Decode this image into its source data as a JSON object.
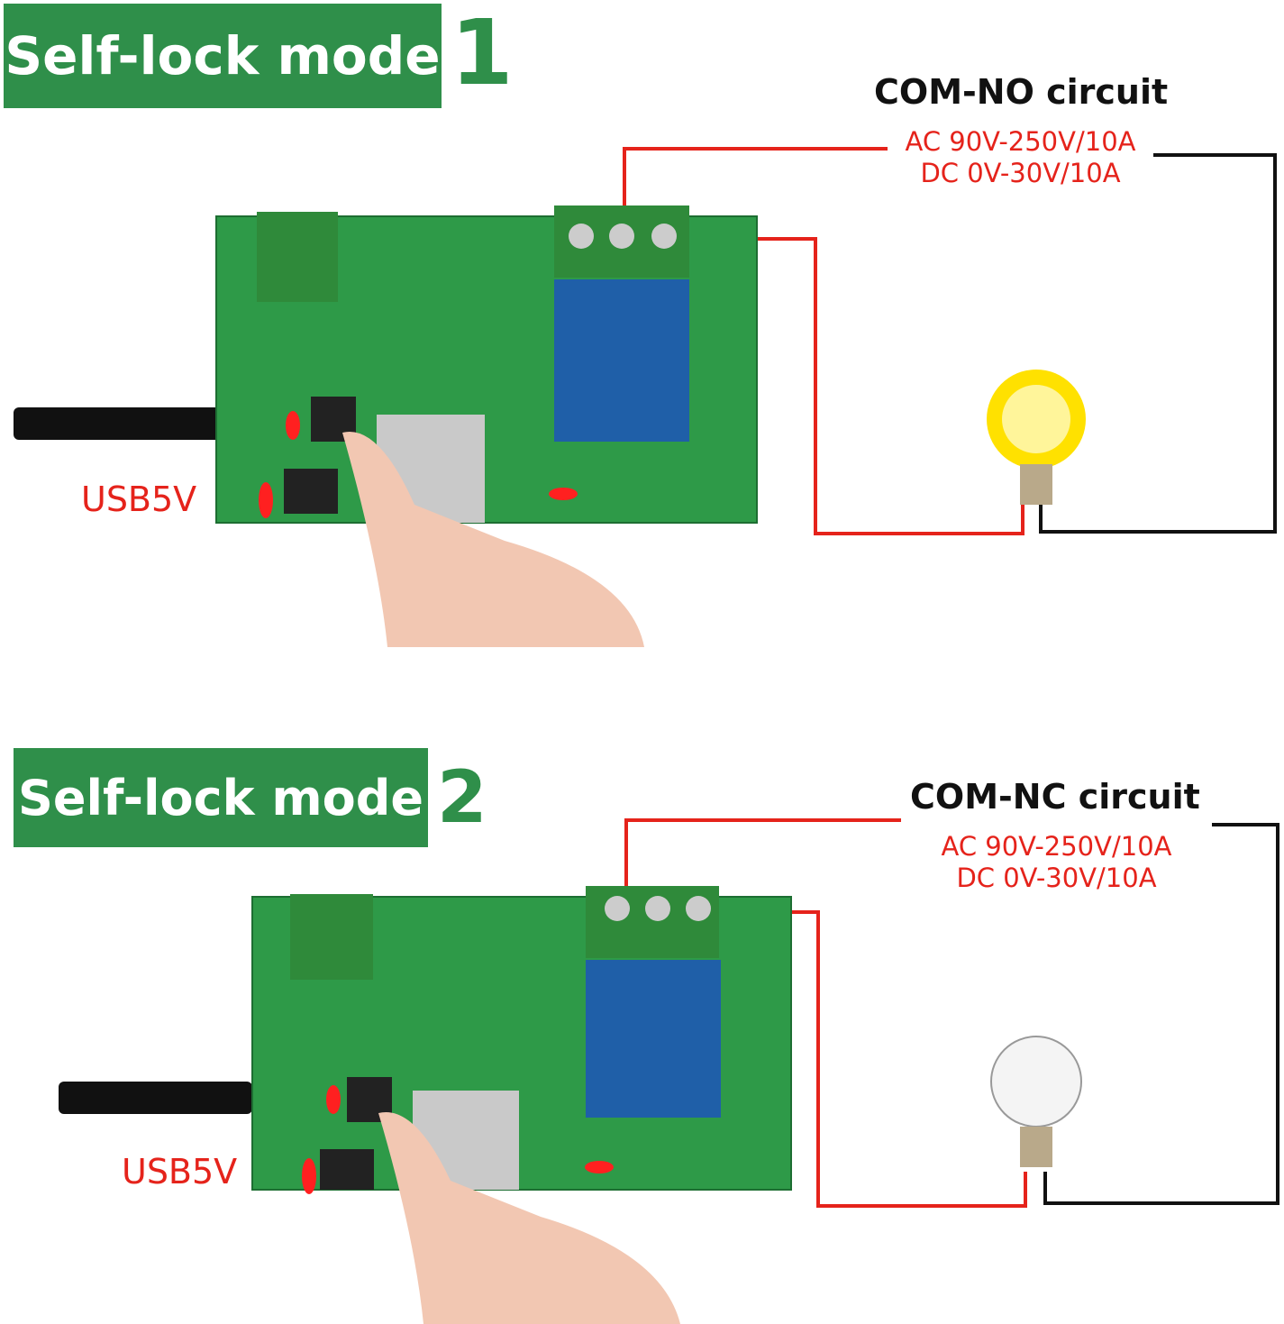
{
  "panels": [
    {
      "mode_label": "Self-lock mode",
      "mode_number": "1",
      "circuit_title": "COM-NO circuit",
      "spec_ac": "AC 90V-250V/10A",
      "spec_dc": "DC 0V-30V/10A",
      "usb_label": "USB5V",
      "bulb_state": "on"
    },
    {
      "mode_label": "Self-lock mode",
      "mode_number": "2",
      "circuit_title": "COM-NC circuit",
      "spec_ac": "AC 90V-250V/10A",
      "spec_dc": "DC 0V-30V/10A",
      "usb_label": "USB5V",
      "bulb_state": "off"
    }
  ],
  "colors": {
    "banner": "#2f8f4a",
    "wire_red": "#e5231b",
    "wire_black": "#111111",
    "pcb": "#2e9a48"
  }
}
